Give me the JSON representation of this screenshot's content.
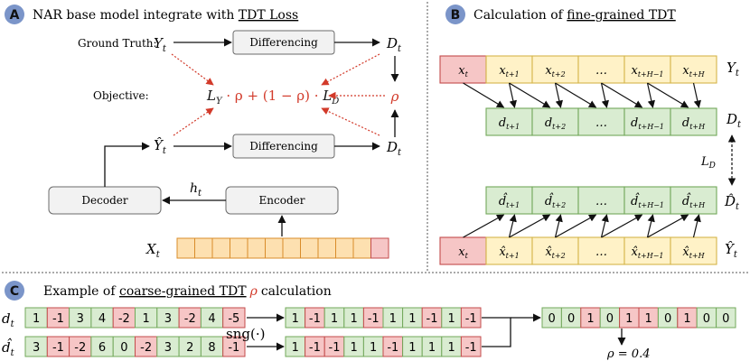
{
  "colors": {
    "badge": "#7b95c9",
    "red_text": "#d23a2a",
    "box_gray": "#f2f2f2",
    "box_gray_border": "#6b6b6b",
    "yellow_fill": "#fff2c7",
    "yellow_border": "#d4b54a",
    "orange_fill": "#fde0b0",
    "orange_border": "#d98c2a",
    "green_fill": "#d9ecd1",
    "green_border": "#72a85a",
    "red_fill": "#f6c6c6",
    "red_border": "#c34b4b"
  },
  "panel_a": {
    "badge": "A",
    "title_prefix": "NAR base model integrate with ",
    "title_link": "TDT Loss",
    "ground_truth_label": "Ground Truth:",
    "ground_truth_var": "Y",
    "objective_label": "Objective:",
    "objective_formula_1": "L",
    "objective_formula_sub_y": "Y",
    "objective_formula_2": " · ρ + (1 − ρ) · ",
    "objective_formula_3": "L",
    "objective_formula_sub_d": "D",
    "rho": "ρ",
    "d_var": "D",
    "yhat_var": "Ŷ",
    "sub_t": "t",
    "differencing_top": "Differencing",
    "differencing_bottom": "Differencing",
    "decoder": "Decoder",
    "encoder": "Encoder",
    "h_var": "h",
    "x_var": "X"
  },
  "panel_b": {
    "badge": "B",
    "title_prefix": "Calculation of ",
    "title_link": "fine-grained TDT",
    "top_row": [
      "x",
      "x",
      "x",
      "…",
      "x",
      "x"
    ],
    "top_row_subs": [
      "t",
      "t+1",
      "t+2",
      "",
      "t+H−1",
      "t+H"
    ],
    "d_row": [
      "d",
      "d",
      "…",
      "d",
      "d"
    ],
    "d_row_subs": [
      "t+1",
      "t+2",
      "",
      "t+H−1",
      "t+H"
    ],
    "dhat_row": [
      "d̂",
      "d̂",
      "…",
      "d̂",
      "d̂"
    ],
    "dhat_row_subs": [
      "t+1",
      "t+2",
      "",
      "t+H−1",
      "t+H"
    ],
    "bottom_row": [
      "x",
      "x̂",
      "x̂",
      "…",
      "x̂",
      "x̂"
    ],
    "bottom_row_subs": [
      "t",
      "t+1",
      "t+2",
      "",
      "t+H−1",
      "t+H"
    ],
    "label_Y": "Y",
    "label_D": "D",
    "label_LD": "L",
    "label_LD_sub": "D",
    "label_Dhat": "D̂",
    "label_Yhat": "Ŷ",
    "sub_t": "t"
  },
  "panel_c": {
    "badge": "C",
    "title_prefix": "Example of ",
    "title_link": "coarse-grained TDT",
    "title_rho": "ρ",
    "title_suffix": "calculation",
    "row1_label": "d",
    "row2_label": "d̂",
    "sub_t": "t",
    "d_values": [
      "1",
      "-1",
      "3",
      "4",
      "-2",
      "1",
      "3",
      "-2",
      "4",
      "-5"
    ],
    "dhat_values": [
      "3",
      "-1",
      "-2",
      "6",
      "0",
      "-2",
      "3",
      "2",
      "8",
      "-1"
    ],
    "sng_label": "sng(·)",
    "sign_d": [
      "1",
      "-1",
      "1",
      "1",
      "-1",
      "1",
      "1",
      "-1",
      "1",
      "-1"
    ],
    "sign_dhat": [
      "1",
      "-1",
      "-1",
      "1",
      "1",
      "-1",
      "1",
      "1",
      "1",
      "-1"
    ],
    "compare": [
      "0",
      "0",
      "1",
      "0",
      "1",
      "1",
      "0",
      "1",
      "0",
      "0"
    ],
    "rho_result": "ρ = 0.4"
  }
}
